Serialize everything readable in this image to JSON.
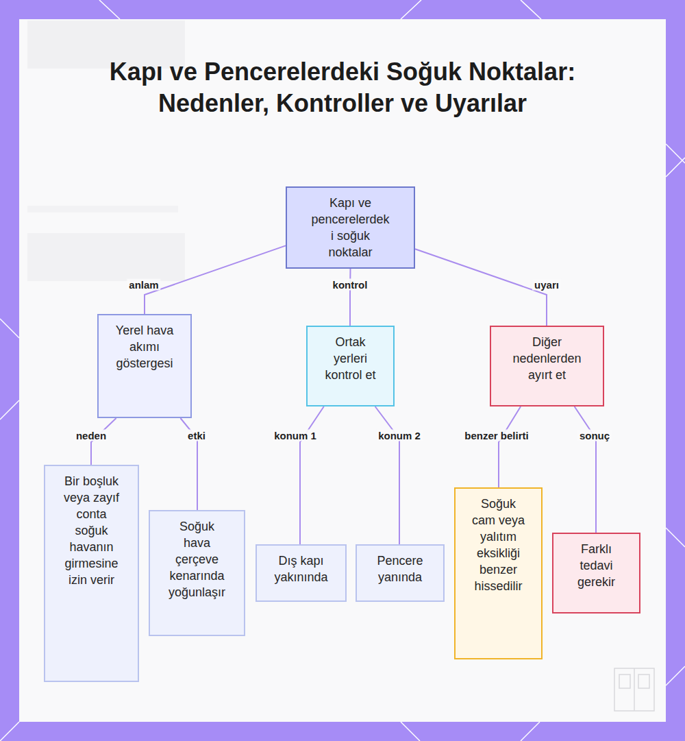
{
  "diagram": {
    "title": "Kapı ve Pencerelerdeki Soğuk Noktalar: Nedenler, Kontroller ve Uyarılar",
    "nodes": [
      {
        "text": [
          "Kapı ve pencerelerdeki soğuk noktalar"
        ]
      },
      {
        "text": [
          "Yerel hava akımı göstergesi"
        ]
      },
      {
        "text": [
          "Ortak yerleri kontrol et"
        ]
      },
      {
        "text": [
          "Diğer nedenlerden ayırt et"
        ]
      },
      {
        "text": [
          "Bir boşluk veya zayıf conta soğuk havanın girmesine izin verir"
        ]
      },
      {
        "text": [
          "Soğuk hava çerçeve kenarında yoğunlaşır"
        ]
      },
      {
        "text": [
          "Dış kapı yakınında"
        ]
      },
      {
        "text": [
          "Pencere yanında"
        ]
      },
      {
        "text": [
          "Soğuk cam veya yalıtım eksikliği benzer hissedilir"
        ]
      },
      {
        "text": [
          "Farklı tedavi gerekir"
        ]
      }
    ],
    "edges": [
      {
        "from": 0,
        "to": 1,
        "label": "anlam",
        "arrow": "none"
      },
      {
        "from": 0,
        "to": 2,
        "label": "kontrol",
        "arrow": "none"
      },
      {
        "from": 0,
        "to": 3,
        "label": "uyarı",
        "arrow": "none"
      },
      {
        "from": 1,
        "to": 4,
        "label": "neden",
        "arrow": "none"
      },
      {
        "from": 1,
        "to": 5,
        "label": "etki",
        "arrow": "none"
      },
      {
        "from": 2,
        "to": 6,
        "label": "konum 1",
        "arrow": "none"
      },
      {
        "from": 2,
        "to": 7,
        "label": "konum 2",
        "arrow": "none"
      },
      {
        "from": 3,
        "to": 8,
        "label": "benzer belirti",
        "arrow": "none"
      },
      {
        "from": 3,
        "to": 9,
        "label": "sonuç",
        "arrow": "none"
      }
    ]
  }
}
